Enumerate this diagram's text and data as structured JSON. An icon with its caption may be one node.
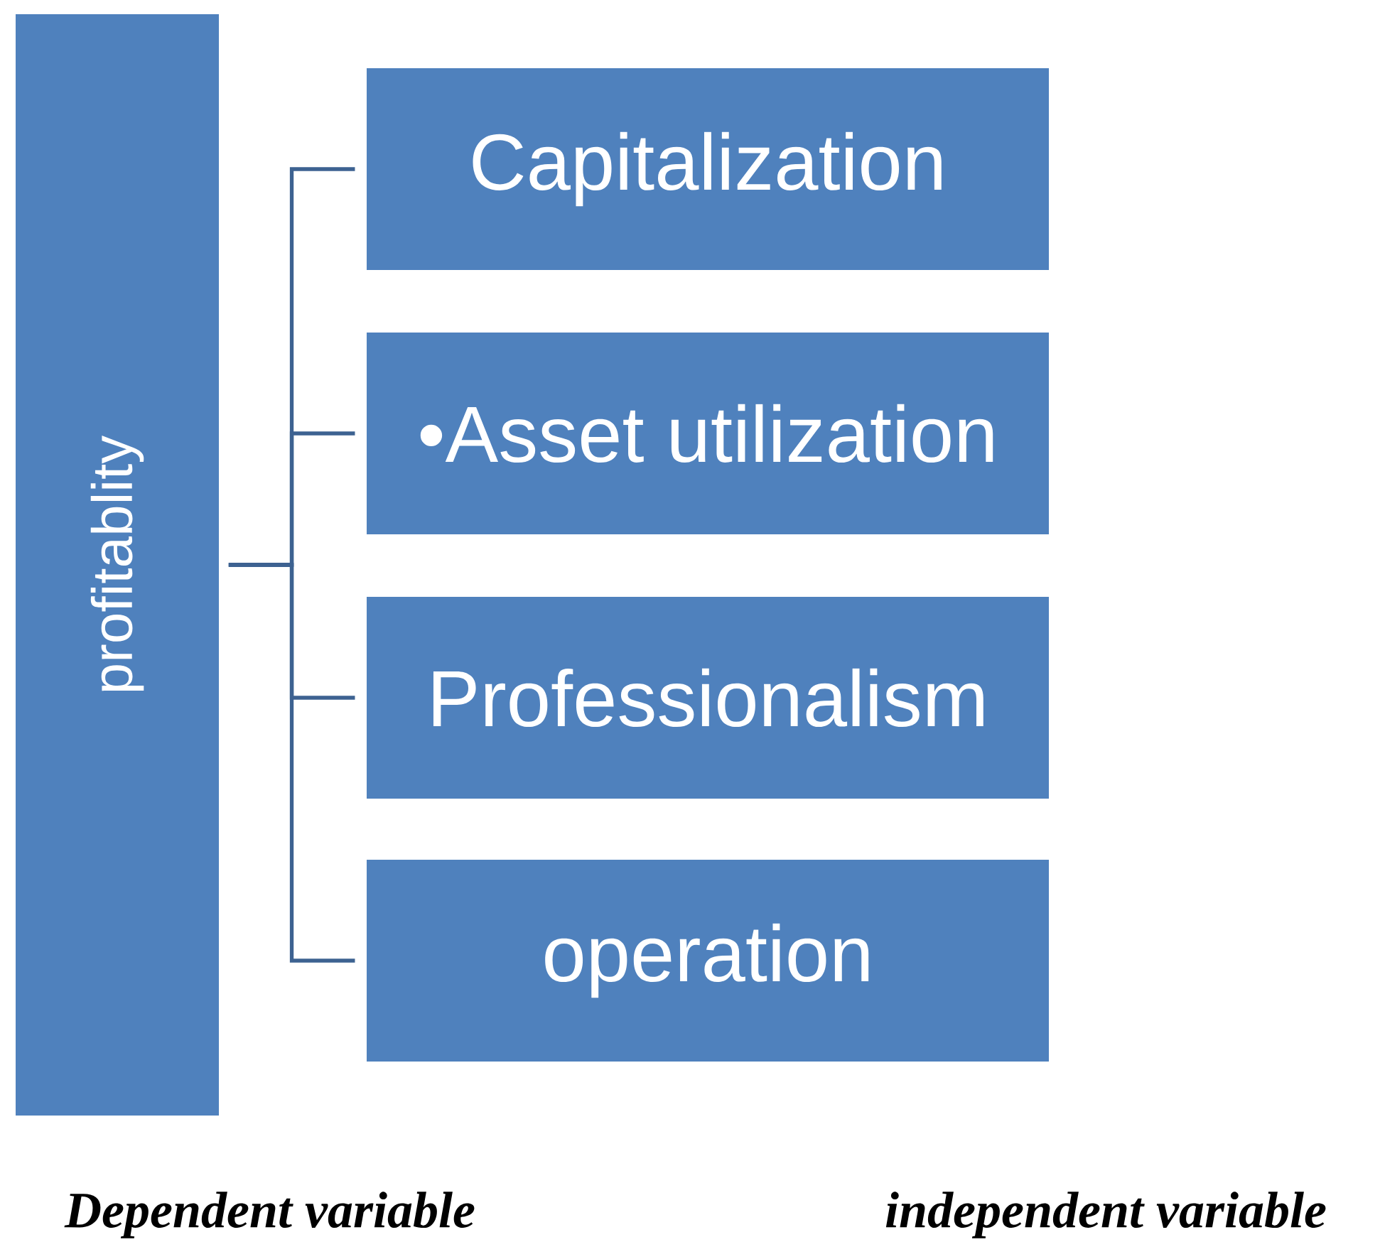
{
  "diagram": {
    "nodes": [
      {
        "text": [
          "profitablity"
        ]
      },
      {
        "text": [
          "Capitalization"
        ]
      },
      {
        "text": [
          "•Asset utilization"
        ]
      },
      {
        "text": [
          "Professionalism"
        ]
      },
      {
        "text": [
          "operation"
        ]
      }
    ],
    "edges": [
      {
        "from": 0,
        "to": 1,
        "arrow": "none"
      },
      {
        "from": 0,
        "to": 2,
        "arrow": "none"
      },
      {
        "from": 0,
        "to": 3,
        "arrow": "none"
      },
      {
        "from": 0,
        "to": 4,
        "arrow": "none"
      }
    ],
    "labels": [
      "Dependent variable",
      "independent variable"
    ]
  }
}
